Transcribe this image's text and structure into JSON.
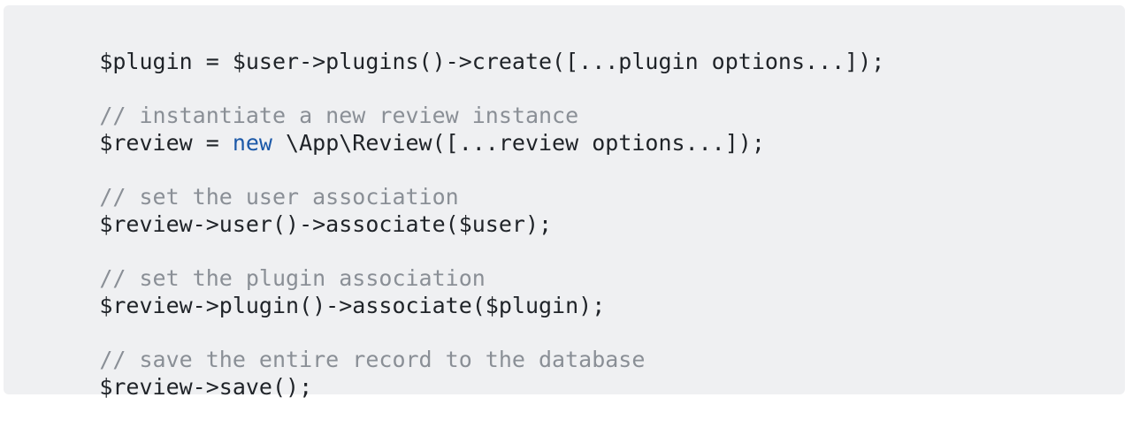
{
  "code": {
    "lines": [
      {
        "segments": [
          {
            "text": "$plugin = $user->plugins()->create([...plugin options...]);",
            "type": "plain"
          }
        ]
      },
      {
        "segments": []
      },
      {
        "segments": [
          {
            "text": "// instantiate a new review instance",
            "type": "comment"
          }
        ]
      },
      {
        "segments": [
          {
            "text": "$review = ",
            "type": "plain"
          },
          {
            "text": "new",
            "type": "keyword"
          },
          {
            "text": " \\App\\Review([...review options...]);",
            "type": "plain"
          }
        ]
      },
      {
        "segments": []
      },
      {
        "segments": [
          {
            "text": "// set the user association",
            "type": "comment"
          }
        ]
      },
      {
        "segments": [
          {
            "text": "$review->user()->associate($user);",
            "type": "plain"
          }
        ]
      },
      {
        "segments": []
      },
      {
        "segments": [
          {
            "text": "// set the plugin association",
            "type": "comment"
          }
        ]
      },
      {
        "segments": [
          {
            "text": "$review->plugin()->associate($plugin);",
            "type": "plain"
          }
        ]
      },
      {
        "segments": []
      },
      {
        "segments": [
          {
            "text": "// save the entire record to the database",
            "type": "comment"
          }
        ]
      },
      {
        "segments": [
          {
            "text": "$review->save();",
            "type": "plain"
          }
        ]
      }
    ]
  },
  "colors": {
    "background": "#eff0f2",
    "text": "#1f2328",
    "comment": "#8a8f96",
    "keyword": "#1c59a8"
  }
}
